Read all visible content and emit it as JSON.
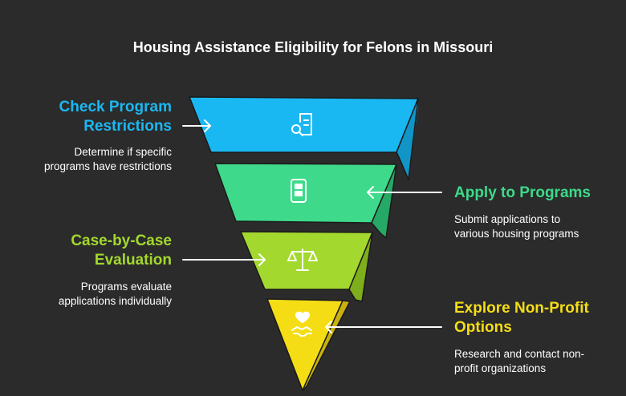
{
  "title": "Housing Assistance Eligibility for Felons in Missouri",
  "steps": [
    {
      "heading_lines": [
        "Check Program",
        "Restrictions"
      ],
      "description_lines": [
        "Determine if specific",
        "programs have restrictions"
      ],
      "color": "#1ab8f2",
      "icon": "document-search-icon"
    },
    {
      "heading_lines": [
        "Apply to Programs"
      ],
      "description_lines": [
        "Submit applications to",
        "various housing programs"
      ],
      "color": "#3ed98a",
      "icon": "mobile-form-icon"
    },
    {
      "heading_lines": [
        "Case-by-Case",
        "Evaluation"
      ],
      "description_lines": [
        "Programs evaluate",
        "applications individually"
      ],
      "color": "#a3d82e",
      "icon": "balance-scale-icon"
    },
    {
      "heading_lines": [
        "Explore Non-Profit",
        "Options"
      ],
      "description_lines": [
        "Research and contact non-",
        "profit organizations"
      ],
      "color": "#f5dd16",
      "icon": "heart-handshake-icon"
    }
  ]
}
